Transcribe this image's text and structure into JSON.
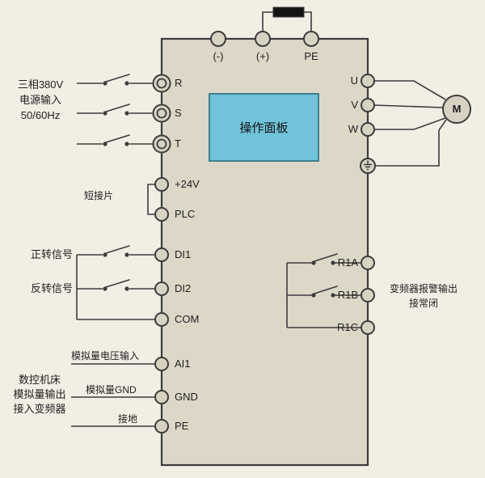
{
  "colors": {
    "background": "#f1eee4",
    "inverter_fill": "#ddd7c8",
    "terminal_fill": "#d8d2c3",
    "line": "#3c3c3c",
    "panel_fill": "#70c3d8",
    "panel_border": "#3e7f90",
    "resistor": "#141414"
  },
  "labels": {
    "power_input": [
      "三相380V",
      "电源输入",
      "50/60Hz"
    ],
    "jumper": "短接片",
    "forward_signal": "正转信号",
    "reverse_signal": "反转信号",
    "analog_voltage_input": "模拟量电压输入",
    "cnc_source": [
      "数控机床",
      "模拟量输出",
      "接入变频器"
    ],
    "analog_gnd": "模拟量GND",
    "earth": "接地",
    "operation_panel": "操作面板",
    "motor": "M",
    "alarm_output": [
      "变频器报警输出",
      "接常闭"
    ]
  },
  "terminals": {
    "top": [
      "(-)",
      "(+)",
      "PE"
    ],
    "left": [
      "R",
      "S",
      "T",
      "+24V",
      "PLC",
      "DI1",
      "DI2",
      "COM",
      "AI1",
      "GND",
      "PE"
    ],
    "right_power": [
      "U",
      "V",
      "W"
    ],
    "relay": [
      "R1A",
      "R1B",
      "R1C"
    ]
  }
}
